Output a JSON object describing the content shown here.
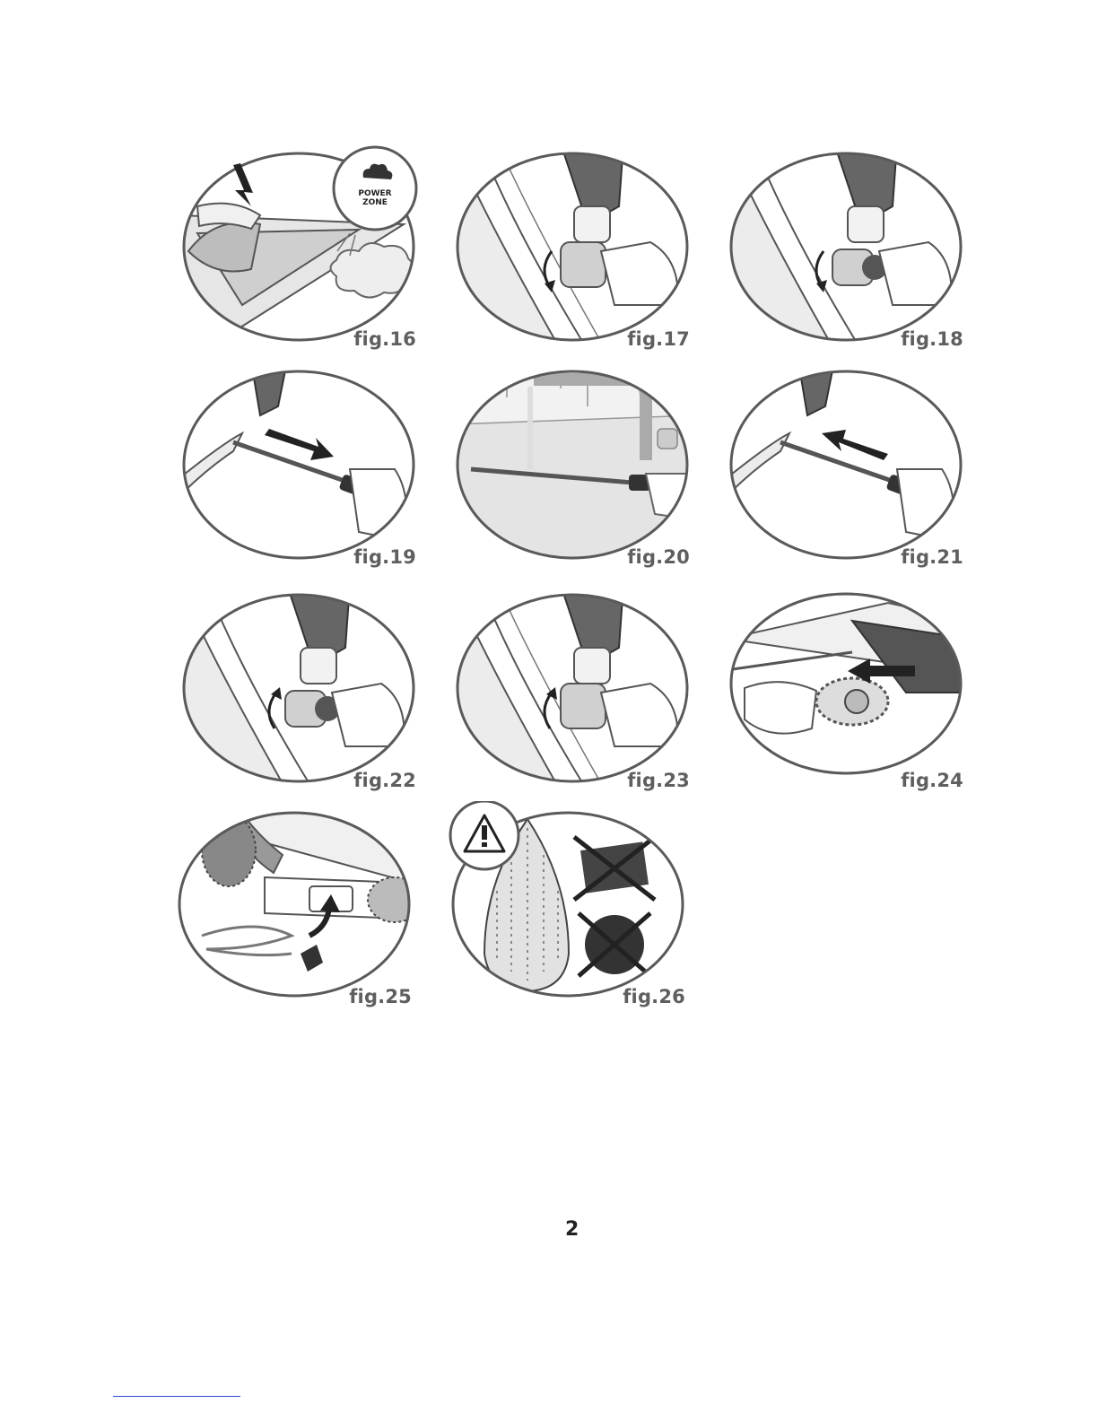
{
  "figures": [
    {
      "id": "fig16",
      "label": "fig.16",
      "badge": {
        "line1": "POWER",
        "line2": "ZONE"
      }
    },
    {
      "id": "fig17",
      "label": "fig.17"
    },
    {
      "id": "fig18",
      "label": "fig.18"
    },
    {
      "id": "fig19",
      "label": "fig.19"
    },
    {
      "id": "fig20",
      "label": "fig.20"
    },
    {
      "id": "fig21",
      "label": "fig.21"
    },
    {
      "id": "fig22",
      "label": "fig.22"
    },
    {
      "id": "fig23",
      "label": "fig.23"
    },
    {
      "id": "fig24",
      "label": "fig.24"
    },
    {
      "id": "fig25",
      "label": "fig.25"
    },
    {
      "id": "fig26",
      "label": "fig.26"
    }
  ],
  "page_number": "2",
  "colors": {
    "outline": "#5a5a5a",
    "shade": "#d9d9d9",
    "dark": "#444444",
    "link_rule": "#2a4bd8"
  }
}
